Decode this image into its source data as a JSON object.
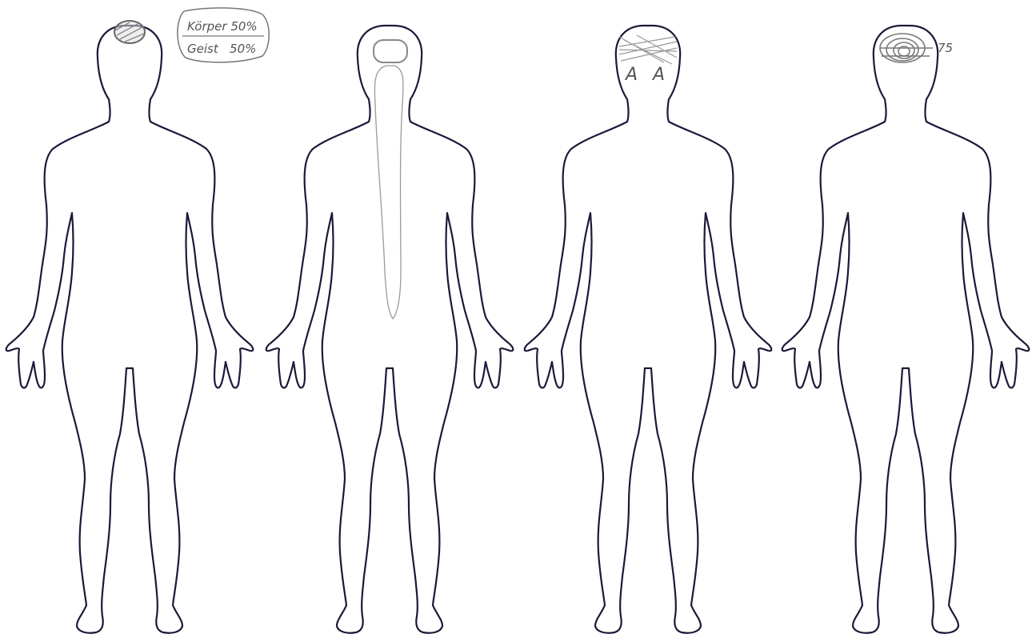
{
  "colors": {
    "outline": "#1a1a3a",
    "outline_accent": "#3a3aa0",
    "pencil": "#555555",
    "pencil_light": "#999999",
    "background": "#ffffff"
  },
  "annotation_1": {
    "line1": "Körper 50%",
    "line2": "Geist   50%"
  },
  "annotation_3": {
    "letter_left": "A",
    "letter_right": "A"
  },
  "annotation_4": {
    "value": "75"
  },
  "figures": [
    {
      "name": "figure-1",
      "marking": "head scribble (top of head)"
    },
    {
      "name": "figure-2",
      "marking": "head outline + spine outline"
    },
    {
      "name": "figure-3",
      "marking": "crosshatch on head"
    },
    {
      "name": "figure-4",
      "marking": "spiral scribble on head"
    }
  ]
}
